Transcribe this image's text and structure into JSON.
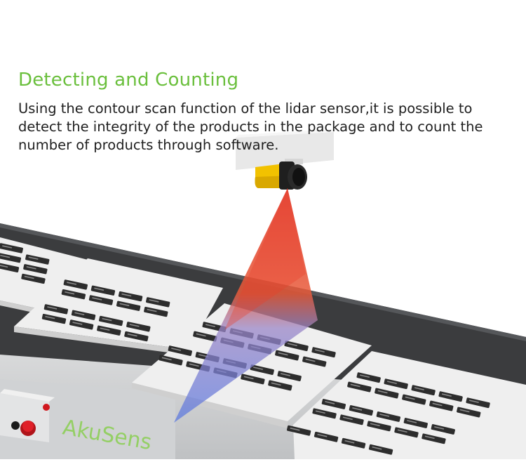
{
  "headline": "Detecting and Counting",
  "description": "Using the contour scan function of the lidar sensor,it is possible to detect the integrity of the products in the package and to count the number of products through software.",
  "brand_text": "AkuSens",
  "colors": {
    "headline": "#6abf3c",
    "body_text": "#1e1e1e",
    "sensor_housing": "#f2c200",
    "beam_red": "#e8402c",
    "beam_blue": "#5878d8",
    "conveyor_belt": "#3a3a3a",
    "tray": "#ececec",
    "product": "#2e2e2e"
  },
  "icons": {
    "sensor": "lidar-sensor-icon",
    "emergency_stop": "emergency-stop-icon"
  }
}
